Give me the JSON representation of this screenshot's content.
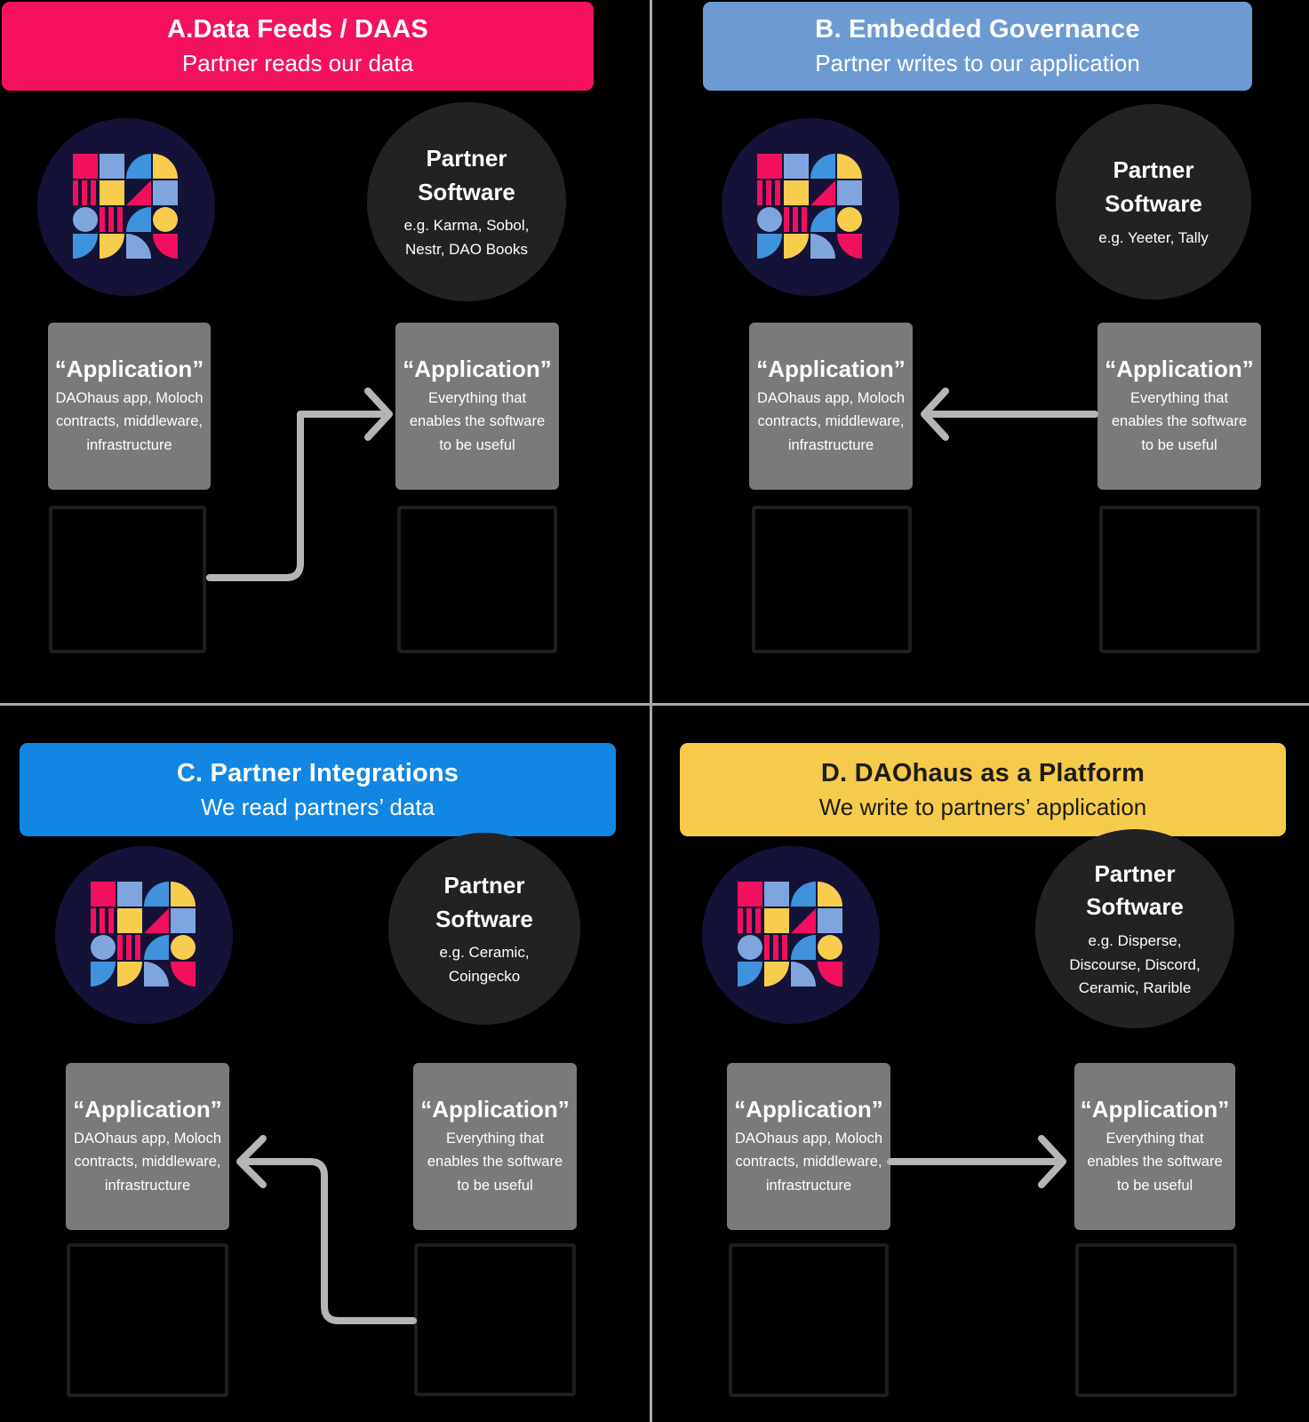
{
  "diagram": {
    "colors": {
      "background": "#000000",
      "header_a_bg": "#F5115F",
      "header_b_bg": "#6C9BD4",
      "header_c_bg": "#1187E3",
      "header_d_bg": "#F6CB4C",
      "app_box_bg": "#7A7A7A",
      "partner_circle_bg": "#222222",
      "daohaus_circle_bg": "#141337",
      "logo_pink": "#F2105E",
      "logo_blue": "#3E93DC",
      "logo_cornflower": "#7FA5DE",
      "logo_yellow": "#F8CC4D",
      "arrow": "#B5B5B5",
      "divider": "#A8A8A8",
      "empty_box_border": "#1E1E1E"
    },
    "quadrants": [
      {
        "id": "A",
        "header_title": "A.Data Feeds / DAAS",
        "header_subtitle": "Partner reads our data",
        "partner_circle": {
          "line1": "Partner",
          "line2": "Software",
          "examples": "e.g. Karma, Sobol, Nestr, DAO Books"
        },
        "our_application": {
          "title": "“Application”",
          "description": "DAOhaus app, Moloch contracts, middleware, infrastructure"
        },
        "partner_application": {
          "title": "“Application”",
          "description": "Everything that enables the software to be useful"
        }
      },
      {
        "id": "B",
        "header_title": "B. Embedded Governance",
        "header_subtitle": "Partner writes to our application",
        "partner_circle": {
          "line1": "Partner",
          "line2": "Software",
          "examples": "e.g. Yeeter, Tally"
        },
        "our_application": {
          "title": "“Application”",
          "description": "DAOhaus app, Moloch contracts, middleware, infrastructure"
        },
        "partner_application": {
          "title": "“Application”",
          "description": "Everything that enables the software to be useful"
        }
      },
      {
        "id": "C",
        "header_title": "C. Partner Integrations",
        "header_subtitle": "We read partners’ data",
        "partner_circle": {
          "line1": "Partner",
          "line2": "Software",
          "examples": "e.g. Ceramic, Coingecko"
        },
        "our_application": {
          "title": "“Application”",
          "description": "DAOhaus app, Moloch contracts, middleware, infrastructure"
        },
        "partner_application": {
          "title": "“Application”",
          "description": "Everything that enables the software to be useful"
        }
      },
      {
        "id": "D",
        "header_title": "D. DAOhaus as a Platform",
        "header_subtitle": "We write to partners’ application",
        "partner_circle": {
          "line1": "Partner",
          "line2": "Software",
          "examples": "e.g. Disperse, Discourse, Discord, Ceramic, Rarible"
        },
        "our_application": {
          "title": "“Application”",
          "description": "DAOhaus app, Moloch contracts, middleware, infrastructure"
        },
        "partner_application": {
          "title": "“Application”",
          "description": "Everything that enables the software to be useful"
        }
      }
    ]
  }
}
